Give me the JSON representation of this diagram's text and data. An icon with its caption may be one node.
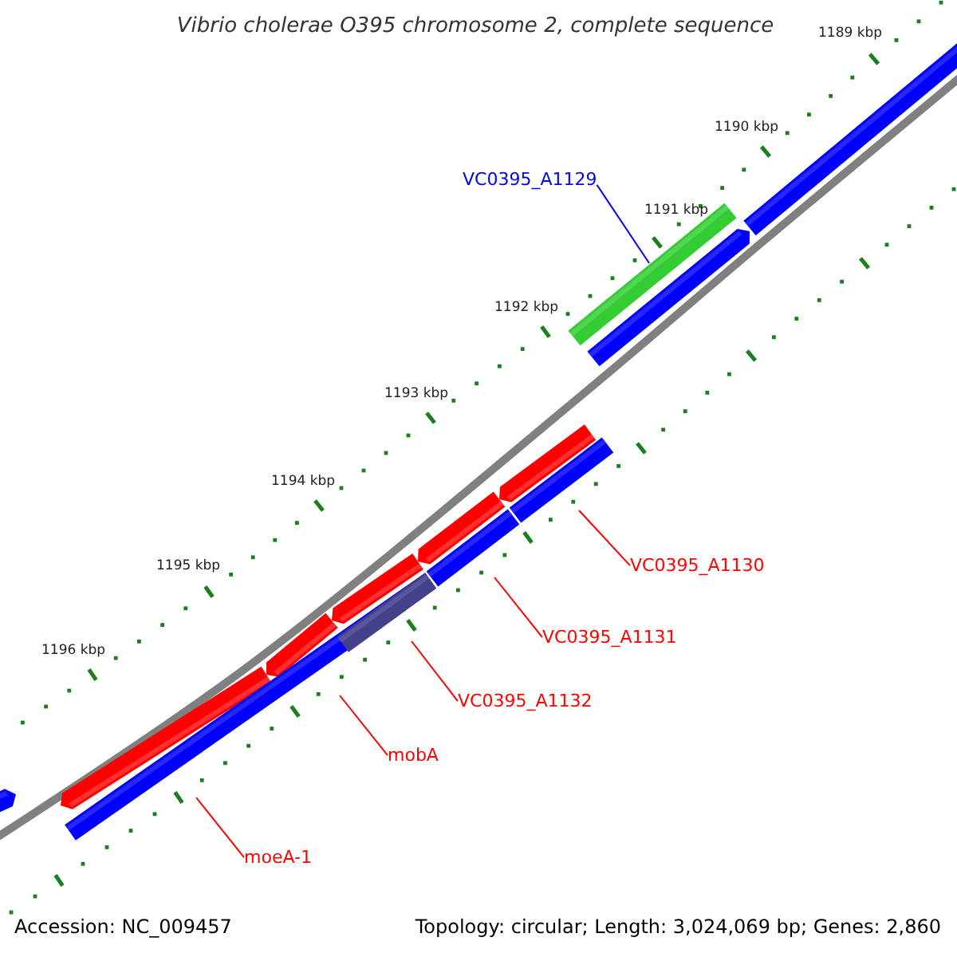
{
  "diagram": {
    "title": "Vibrio cholerae O395 chromosome 2, complete sequence",
    "nodes": [
      {
        "text": [
          "VC0395_A1129"
        ]
      },
      {
        "text": [
          "VC0395_A1130"
        ]
      },
      {
        "text": [
          "VC0395_A1131"
        ]
      },
      {
        "text": [
          "VC0395_A1132"
        ]
      },
      {
        "text": [
          "mobA"
        ]
      },
      {
        "text": [
          "moeA-1"
        ]
      },
      {
        "text": [],
        "shape": "bar"
      }
    ],
    "edges": [
      {
        "from": 0,
        "to": 6,
        "arrow": "none",
        "color": "#0000ff"
      },
      {
        "from": 1,
        "to": null,
        "arrow": "none"
      },
      {
        "from": 2,
        "to": null,
        "arrow": "none"
      },
      {
        "from": 3,
        "to": null,
        "arrow": "none"
      },
      {
        "from": 4,
        "to": null,
        "arrow": "none"
      },
      {
        "from": 5,
        "to": null,
        "arrow": "none"
      }
    ],
    "labels": [
      "1189 kbp",
      "1190 kbp",
      "1191 kbp",
      "1192 kbp",
      "1193 kbp",
      "1194 kbp",
      "1195 kbp",
      "1196 kbp",
      "Accession: NC_009457",
      "Topology: circular; Length: 3,024,069 bp; Genes: 2,860"
    ]
  }
}
